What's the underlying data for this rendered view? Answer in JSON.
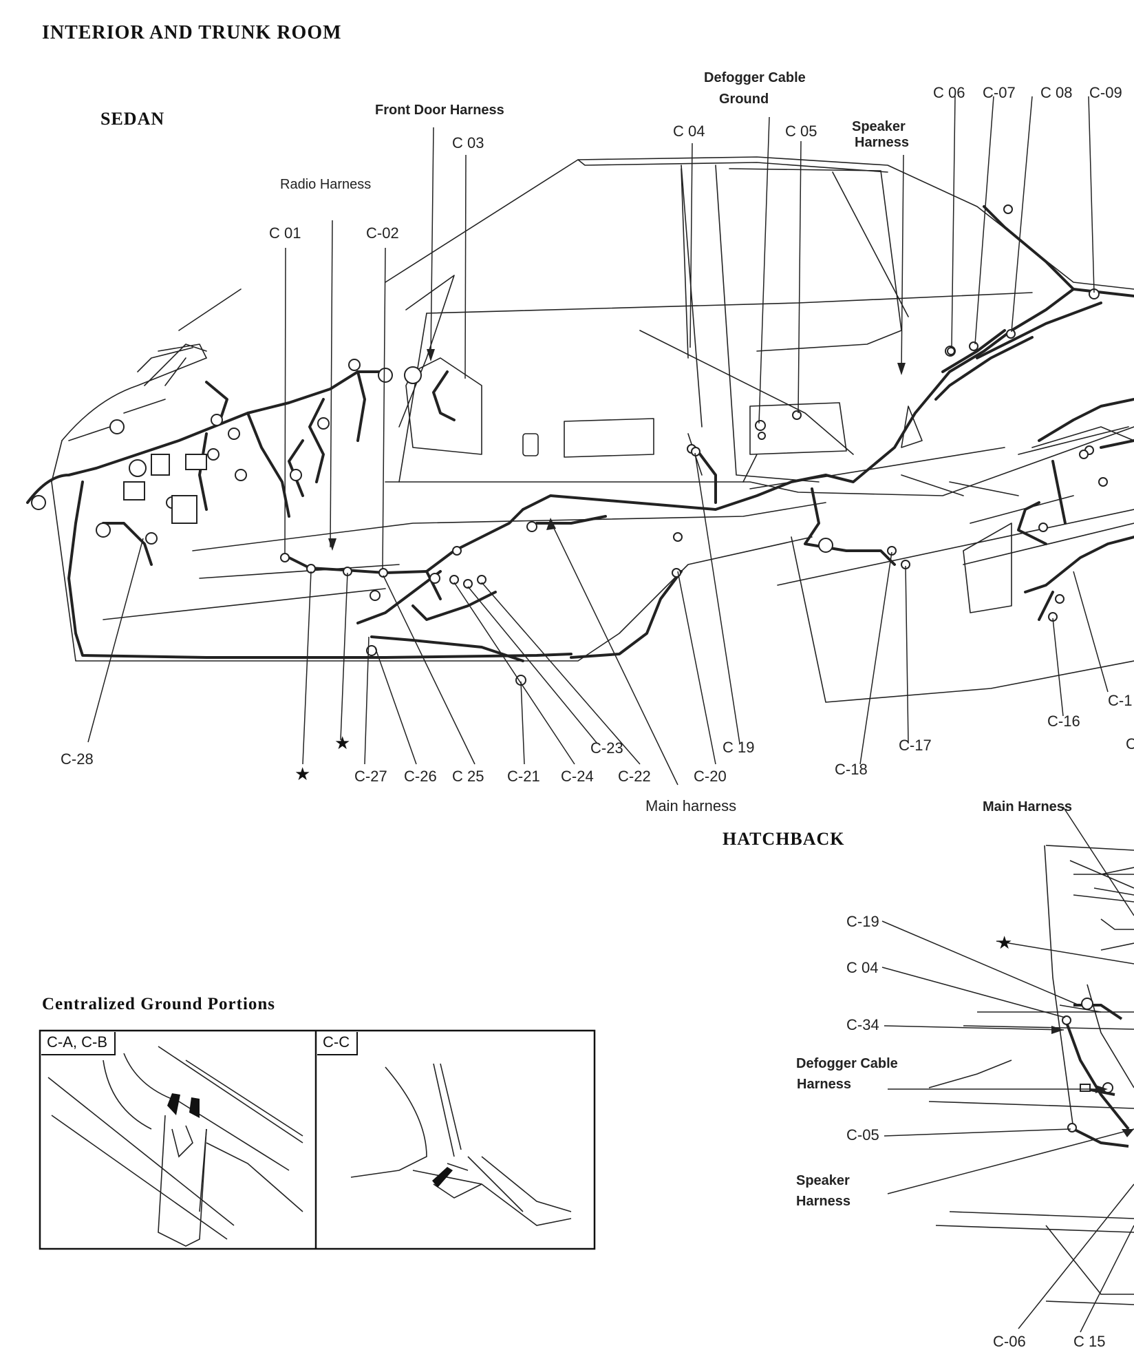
{
  "titles": {
    "main": "INTERIOR AND TRUNK ROOM",
    "sedan": "SEDAN",
    "hatchback": "HATCHBACK",
    "ground": "Centralized Ground Portions"
  },
  "harness_labels": {
    "front_door": "Front Door Harness",
    "radio": "Radio Harness",
    "defogger_ground_1": "Defogger Cable",
    "defogger_ground_2": "Ground",
    "speaker_1": "Speaker",
    "speaker_2": "Harness",
    "main_sedan": "Main harness",
    "main_hatch": "Main Harness",
    "defogger_harness_1": "Defogger Cable",
    "defogger_harness_2": "Harness",
    "speaker_hatch_1": "Speaker",
    "speaker_hatch_2": "Harness"
  },
  "connectors": {
    "c01": "C 01",
    "c02": "C-02",
    "c03": "C 03",
    "c04": "C 04",
    "c05": "C 05",
    "c06": "C 06",
    "c07": "C-07",
    "c08": "C 08",
    "c09": "C-09",
    "c28": "C-28",
    "c27": "C-27",
    "c26": "C-26",
    "c25": "C 25",
    "c21": "C-21",
    "c24": "C-24",
    "c22": "C-22",
    "c23": "C-23",
    "c20": "C-20",
    "c19": "C 19",
    "c18": "C-18",
    "c17": "C-17",
    "c16": "C-16",
    "c1x": "C-1",
    "cx": "C",
    "h_c19": "C-19",
    "h_c04": "C 04",
    "h_c34": "C-34",
    "h_c05": "C-05",
    "h_c06": "C-06",
    "h_c15": "C 15"
  },
  "star": "★",
  "panels": {
    "left_tag": "C-A, C-B",
    "right_tag": "C-C"
  }
}
